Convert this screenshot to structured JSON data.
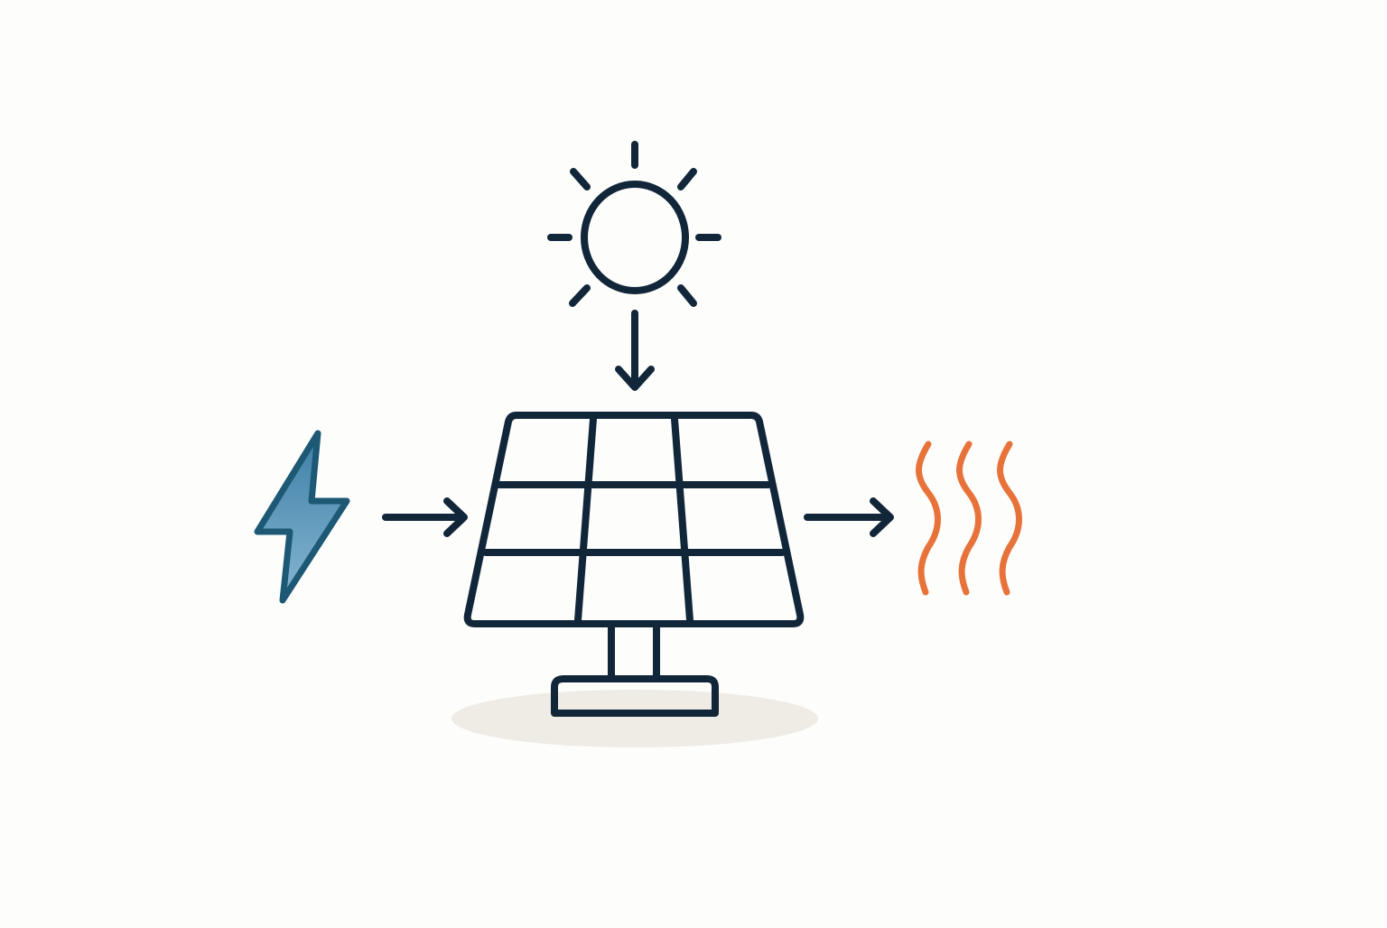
{
  "diagram": {
    "nodes": [
      {
        "id": "sun",
        "icon": "sun-icon"
      },
      {
        "id": "solar-panel",
        "icon": "solar-panel-icon",
        "cells": {
          "rows": 3,
          "cols": 3
        }
      },
      {
        "id": "electricity",
        "icon": "lightning-bolt-icon"
      },
      {
        "id": "heat",
        "icon": "heat-waves-icon",
        "wave_count": 3
      }
    ],
    "edges": [
      {
        "from": "sun",
        "to": "solar-panel",
        "direction": "down"
      },
      {
        "from": "electricity",
        "to": "solar-panel",
        "direction": "right"
      },
      {
        "from": "solar-panel",
        "to": "heat",
        "direction": "right"
      }
    ]
  },
  "colors": {
    "background": "#fdfdfc",
    "outline": "#12263a",
    "bolt_outline": "#1d5874",
    "bolt_fill_top": "#3d7fa6",
    "bolt_fill_bottom": "#86b6d2",
    "heat": "#e8733a",
    "shadow": "#efece6"
  }
}
